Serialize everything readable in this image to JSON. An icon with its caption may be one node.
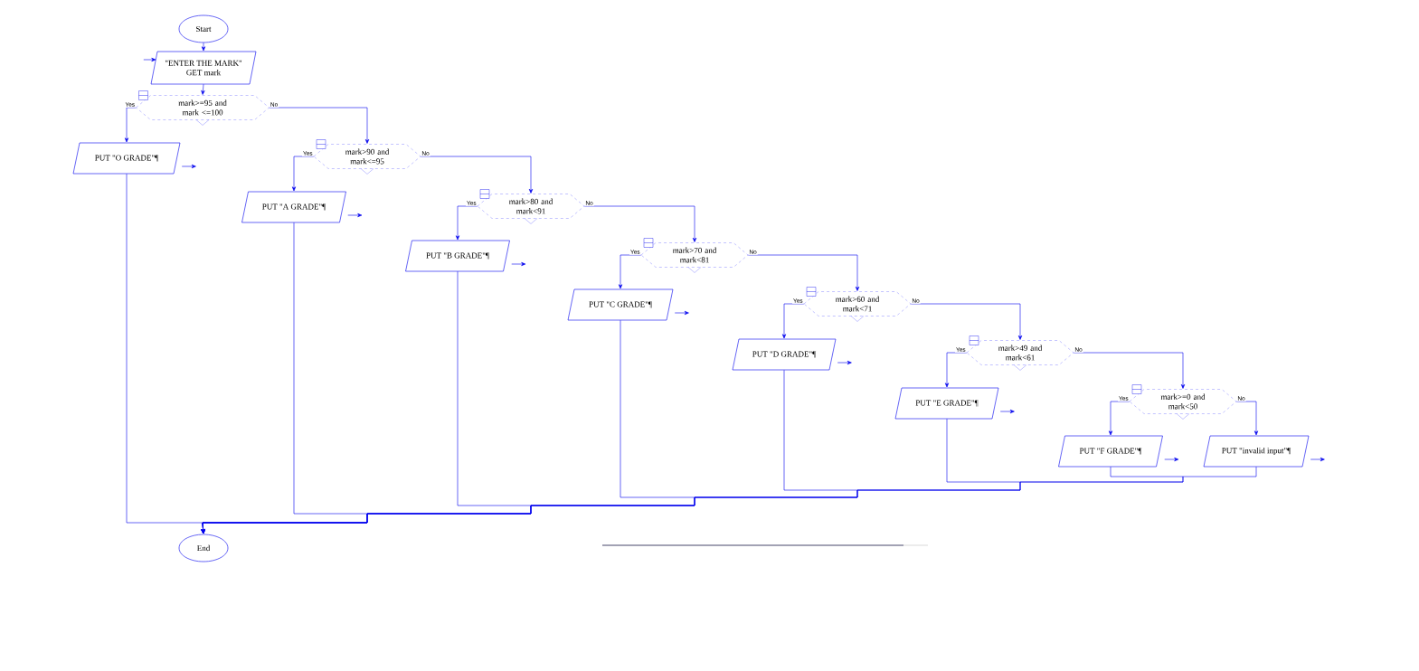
{
  "diagram": {
    "nodes": [
      {
        "text": [
          "Start"
        ]
      },
      {
        "text": [
          "\"ENTER THE MARK\"",
          "GET mark"
        ]
      },
      {
        "text": [
          "mark>=95 and mark <=100"
        ]
      },
      {
        "text": [
          "PUT \"O  GRADE\"¶"
        ]
      },
      {
        "text": [
          "mark>90 and mark<=95"
        ]
      },
      {
        "text": [
          "PUT \"A GRADE\"¶"
        ]
      },
      {
        "text": [
          "mark>80 and mark<91"
        ]
      },
      {
        "text": [
          "PUT \"B GRADE\"¶"
        ]
      },
      {
        "text": [
          "mark>70 and mark<81"
        ]
      },
      {
        "text": [
          "PUT \"C GRADE\"¶"
        ]
      },
      {
        "text": [
          "mark>60 and mark<71"
        ]
      },
      {
        "text": [
          "PUT \"D GRADE\"¶"
        ]
      },
      {
        "text": [
          "mark>49 and mark<61"
        ]
      },
      {
        "text": [
          "PUT \"E GRADE\"¶"
        ]
      },
      {
        "text": [
          "mark>=0 and mark<50"
        ]
      },
      {
        "text": [
          "PUT \"F GRADE\"¶"
        ]
      },
      {
        "text": [
          "PUT \"invalid input\"¶"
        ]
      },
      {
        "text": [
          "End"
        ]
      }
    ],
    "edges": [
      {
        "from": 0,
        "to": 1,
        "arrow": "to"
      },
      {
        "from": null,
        "to": 1,
        "arrow": "to"
      },
      {
        "from": 1,
        "to": 2,
        "arrow": "to"
      },
      {
        "from": 2,
        "to": 3,
        "arrow": "to",
        "label": "Yes"
      },
      {
        "from": 2,
        "to": 4,
        "arrow": "to",
        "label": "No"
      },
      {
        "from": 4,
        "to": 5,
        "arrow": "to",
        "label": "Yes"
      },
      {
        "from": 4,
        "to": 6,
        "arrow": "to",
        "label": "No"
      },
      {
        "from": 6,
        "to": 7,
        "arrow": "to",
        "label": "Yes"
      },
      {
        "from": 6,
        "to": 8,
        "arrow": "to",
        "label": "No"
      },
      {
        "from": 8,
        "to": 9,
        "arrow": "to",
        "label": "Yes"
      },
      {
        "from": 8,
        "to": 10,
        "arrow": "to",
        "label": "No"
      },
      {
        "from": 10,
        "to": 11,
        "arrow": "to",
        "label": "Yes"
      },
      {
        "from": 10,
        "to": 12,
        "arrow": "to",
        "label": "No"
      },
      {
        "from": 12,
        "to": 13,
        "arrow": "to",
        "label": "Yes"
      },
      {
        "from": 12,
        "to": 14,
        "arrow": "to",
        "label": "No"
      },
      {
        "from": 14,
        "to": 15,
        "arrow": "to",
        "label": "Yes"
      },
      {
        "from": 14,
        "to": 16,
        "arrow": "to",
        "label": "No"
      },
      {
        "from": 3,
        "to": 17,
        "arrow": "to"
      },
      {
        "from": 5,
        "to": 17,
        "arrow": "to"
      },
      {
        "from": 7,
        "to": 17,
        "arrow": "to"
      },
      {
        "from": 9,
        "to": 17,
        "arrow": "to"
      },
      {
        "from": 11,
        "to": 17,
        "arrow": "to"
      },
      {
        "from": 13,
        "to": 17,
        "arrow": "to"
      },
      {
        "from": 15,
        "to": 17,
        "arrow": "to"
      },
      {
        "from": 16,
        "to": 17,
        "arrow": "to"
      },
      {
        "from": 3,
        "to": null,
        "arrow": "to"
      },
      {
        "from": 5,
        "to": null,
        "arrow": "to"
      },
      {
        "from": 7,
        "to": null,
        "arrow": "to"
      },
      {
        "from": 9,
        "to": null,
        "arrow": "to"
      },
      {
        "from": 11,
        "to": null,
        "arrow": "to"
      },
      {
        "from": 13,
        "to": null,
        "arrow": "to"
      },
      {
        "from": 15,
        "to": null,
        "arrow": "to"
      },
      {
        "from": 16,
        "to": null,
        "arrow": "to"
      }
    ]
  }
}
